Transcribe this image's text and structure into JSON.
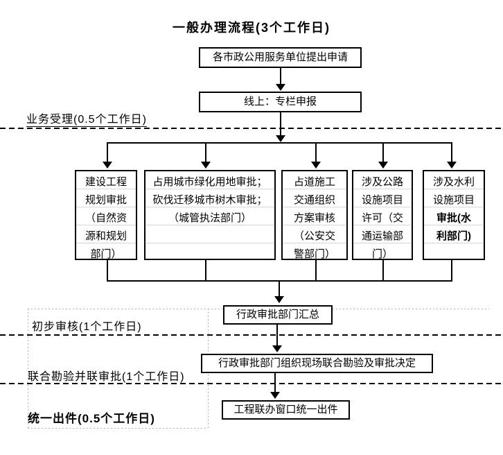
{
  "title": "一般办理流程(3个工作日)",
  "stages": {
    "acceptance": "业务受理(0.5个工作日)",
    "preliminary_review": "初步审核(1个工作日)",
    "joint_inspection": "联合勘验并联审批(1个工作日)",
    "unified_output": "统一出件(0.5个工作日)"
  },
  "nodes": {
    "apply": "各市政公用服务单位提出申请",
    "online": "线上：专栏申报",
    "summary": "行政审批部门汇总",
    "joint": "行政审批部门组织现场联合勘验及审批决定",
    "output": "工程联办窗口统一出件"
  },
  "parallel_nodes": [
    {
      "text": "建设工程规划审批（自然资源和规划部门）"
    },
    {
      "text": "占用城市绿化用地审批；\n砍伐迁移城市树木审批；\n（城管执法部门）"
    },
    {
      "text": "占道施工交通组织方案审核（公安交警部门）"
    },
    {
      "text": "涉及公路设施项目许可（交通运输部门）"
    },
    {
      "text": "涉及水利设施项目",
      "bold_text": "审批(水利部门)"
    }
  ],
  "colors": {
    "line": "#000000",
    "faint_grid": "#b0b0b0",
    "background": "#ffffff"
  }
}
